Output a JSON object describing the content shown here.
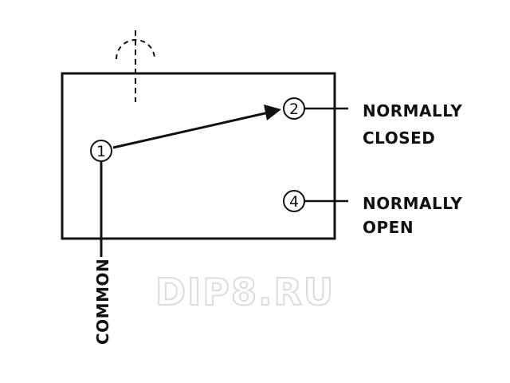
{
  "diagram": {
    "terminals": [
      {
        "id": "common",
        "number": "1",
        "label": "COMMON"
      },
      {
        "id": "normally_closed",
        "number": "2",
        "label_lines": [
          "NORMALLY",
          "CLOSED"
        ]
      },
      {
        "id": "normally_open",
        "number": "4",
        "label_lines": [
          "NORMALLY",
          "OPEN"
        ]
      }
    ],
    "watermark": "DIP8.RU",
    "colors": {
      "stroke": "#111111",
      "watermark": "#dcdcdc",
      "background": "#ffffff"
    }
  }
}
